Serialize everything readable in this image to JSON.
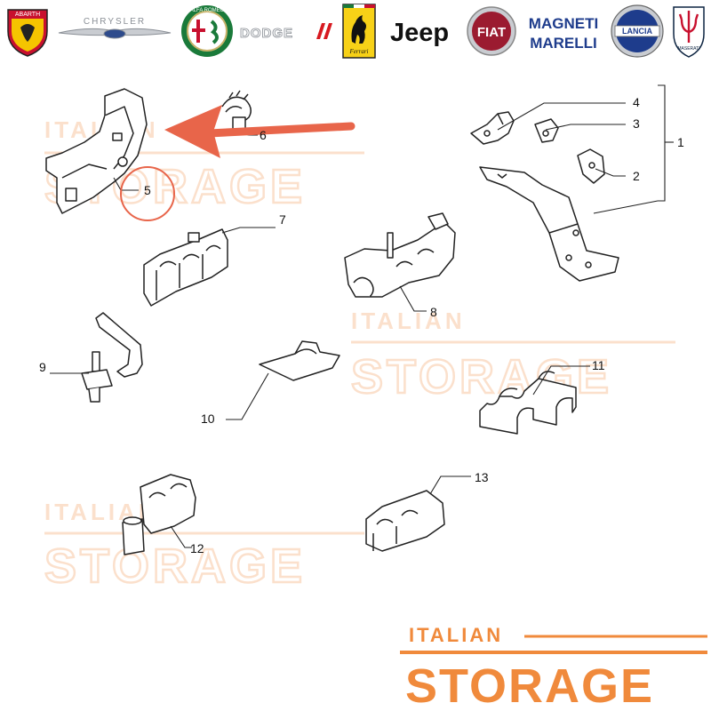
{
  "brands": [
    {
      "id": "abarth",
      "label": "ABARTH",
      "color": "#c8102e"
    },
    {
      "id": "chrysler",
      "label": "CHRYSLER",
      "color": "#8a8f96"
    },
    {
      "id": "alfa-romeo",
      "label": "ALFA ROMEO",
      "color": "#1a7a3a"
    },
    {
      "id": "dodge",
      "label": "DODGE",
      "color": "#d71920"
    },
    {
      "id": "ferrari",
      "label": "Ferrari",
      "color": "#f7d117"
    },
    {
      "id": "jeep",
      "label": "Jeep",
      "color": "#111111"
    },
    {
      "id": "fiat",
      "label": "FIAT",
      "color": "#9b1b30"
    },
    {
      "id": "magneti-marelli",
      "label": "MAGNETI MARELLI",
      "color": "#1e3c8c"
    },
    {
      "id": "lancia",
      "label": "LANCIA",
      "color": "#1e3c8c"
    },
    {
      "id": "maserati",
      "label": "MASERATI",
      "color": "#0c2340"
    }
  ],
  "watermark": {
    "word1": "ITALIAN",
    "word2": "STORAGE",
    "color": "#f08a3c",
    "faded_color": "#fbe0cc"
  },
  "callouts": [
    "1",
    "2",
    "3",
    "4",
    "5",
    "6",
    "7",
    "8",
    "9",
    "10",
    "11",
    "12",
    "13"
  ],
  "accent_arrow_color": "#e8654a",
  "line_color": "#222222"
}
